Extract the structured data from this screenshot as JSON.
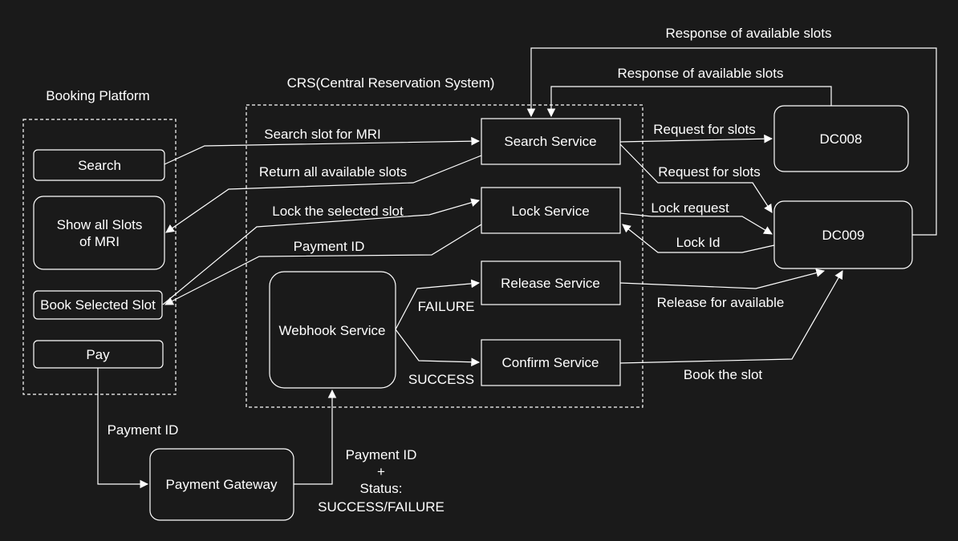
{
  "groups": {
    "booking_platform": "Booking Platform",
    "crs": "CRS(Central Reservation System)"
  },
  "nodes": {
    "search": "Search",
    "show_slots_line1": "Show all Slots",
    "show_slots_line2": "of MRI",
    "book_selected": "Book Selected Slot",
    "pay": "Pay",
    "search_service": "Search Service",
    "lock_service": "Lock Service",
    "release_service": "Release Service",
    "confirm_service": "Confirm Service",
    "webhook_service": "Webhook Service",
    "payment_gateway": "Payment Gateway",
    "dc008": "DC008",
    "dc009": "DC009"
  },
  "edges": {
    "search_slot_mri": "Search slot for MRI",
    "return_slots": "Return all available slots",
    "lock_selected": "Lock the selected slot",
    "payment_id_lock": "Payment ID",
    "request_slots_dc008": "Request for slots",
    "request_slots_dc009": "Request for slots",
    "lock_request": "Lock request",
    "lock_id": "Lock Id",
    "response_top": "Response of available slots",
    "response_mid": "Response of available slots",
    "release_available": "Release for available",
    "book_the_slot": "Book the slot",
    "failure": "FAILURE",
    "success": "SUCCESS",
    "payment_id_pay": "Payment ID",
    "gw_line1": "Payment ID",
    "gw_line2": "+",
    "gw_line3": "Status:",
    "gw_line4": "SUCCESS/FAILURE"
  }
}
